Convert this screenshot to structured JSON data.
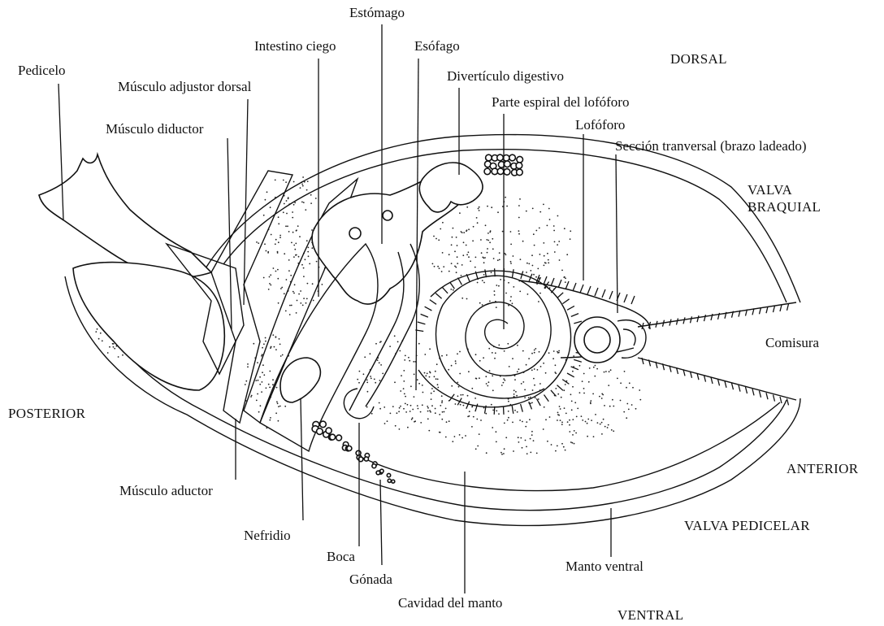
{
  "colors": {
    "ink": "#111111",
    "paper": "#ffffff",
    "stipple": "#222222"
  },
  "labels": {
    "pedicelo": "Pedicelo",
    "musculo_adjustor_dorsal": "Músculo adjustor dorsal",
    "musculo_diductor": "Músculo diductor",
    "intestino_ciego": "Intestino ciego",
    "estomago": "Estómago",
    "esofago": "Esófago",
    "diverticulo_digestivo": "Divertículo digestivo",
    "parte_espiral": "Parte espiral del lofóforo",
    "lofoforo": "Lofóforo",
    "seccion_transversal": "Sección tranversal (brazo ladeado)",
    "comisura": "Comisura",
    "musculo_aductor": "Músculo aductor",
    "nefridio": "Nefridio",
    "boca": "Boca",
    "gonada": "Gónada",
    "cavidad_manto": "Cavidad del manto",
    "manto_ventral": "Manto ventral"
  },
  "regions": {
    "dorsal": "DORSAL",
    "valva_braquial_1": "VALVA",
    "valva_braquial_2": "BRAQUIAL",
    "posterior": "POSTERIOR",
    "anterior": "ANTERIOR",
    "valva_pedicelar": "VALVA PEDICELAR",
    "ventral": "VENTRAL"
  }
}
